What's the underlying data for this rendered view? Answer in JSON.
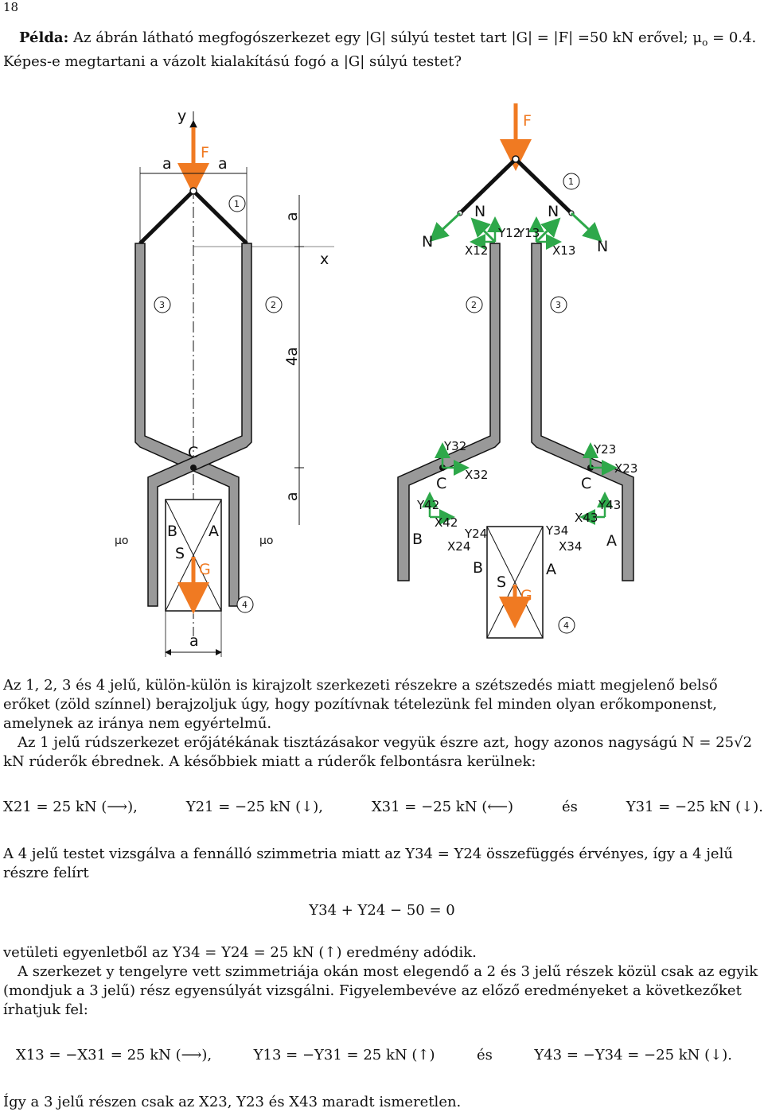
{
  "page_number": "18",
  "intro": {
    "label": "Példa:",
    "line1": "Az ábrán látható megfogószerkezet egy |G| súlyú testet tart |G| = |F| =50 kN erővel; μ",
    "mu_sub": "o",
    "line1_end": " = 0.4.",
    "line2": "Képes-e megtartani a vázolt kialakítású fogó a |G| súlyú testet?"
  },
  "figure": {
    "left": {
      "axis_y": "y",
      "axis_x": "x",
      "force": "F",
      "dim_a_left": "a",
      "dim_a_right": "a",
      "dim_a_vertical": "a",
      "dim_4a": "4a",
      "dim_a_lower": "a",
      "dim_a_bottom": "a",
      "part1": "1",
      "part2": "2",
      "part3": "3",
      "part4": "4",
      "point_c": "C",
      "point_b": "B",
      "point_a": "A",
      "point_s": "S",
      "weight": "G",
      "mu_left": "μo",
      "mu_right": "μo"
    },
    "right": {
      "force": "F",
      "part1": "1",
      "part2": "2",
      "part3": "3",
      "part4": "4",
      "n_labels": [
        "N",
        "N",
        "N",
        "N"
      ],
      "x12": "X12",
      "y12": "Y12",
      "x13": "X13",
      "y13": "Y13",
      "y32": "Y32",
      "x32": "X32",
      "y23": "Y23",
      "x23": "X23",
      "y42": "Y42",
      "x42": "X42",
      "y43": "Y43",
      "x43": "X43",
      "y24": "Y24",
      "x24": "X24",
      "y34": "Y34",
      "x34": "X34",
      "c_left": "C",
      "c_right": "C",
      "b_outer": "B",
      "a_outer": "A",
      "b_inner": "B",
      "a_inner": "A",
      "s": "S",
      "weight": "G"
    }
  },
  "para1": "Az 1, 2, 3 és 4 jelű, külön-külön is kirajzolt szerkezeti részekre a szétszedés miatt megjelenő belső erőket (zöld színnel) berajzoljuk úgy, hogy pozítívnak tételezünk fel minden olyan erőkomponenst, amelynek az iránya nem egyértelmű.",
  "para2": "Az 1 jelű rúdszerkezet erőjátékának tisztázásakor vegyük észre azt, hogy azonos nagyságú N = 25√2 kN rúderők ébrednek. A későbbiek miatt a rúderők felbontásra kerülnek:",
  "eq1": [
    "X21 = 25 kN (⟶),",
    "Y21 = −25 kN (↓),",
    "X31 = −25 kN (⟵)",
    "és",
    "Y31 = −25 kN (↓)."
  ],
  "para3": "A 4 jelű testet vizsgálva a fennálló szimmetria miatt az Y34 = Y24 összefüggés érvényes, így a 4 jelű részre felírt",
  "eq2": "Y34 + Y24 − 50 = 0",
  "para4": "vetületi egyenletből az Y34 = Y24 = 25 kN (↑) eredmény adódik.",
  "para5": "A szerkezet y tengelyre vett szimmetriája okán most elegendő a 2 és 3 jelű részek közül csak az egyik (mondjuk a 3 jelű) rész egyensúlyát vizsgálni. Figyelembevéve az előző eredményeket a következőket írhatjuk fel:",
  "eq3": [
    "X13 = −X31 = 25 kN (⟶),",
    "Y13 = −Y31 = 25 kN (↑)",
    "és",
    "Y43 = −Y34 = −25 kN (↓)."
  ],
  "para6": "Így a 3 jelű részen csak az X23, Y23 és X43 maradt ismeretlen."
}
